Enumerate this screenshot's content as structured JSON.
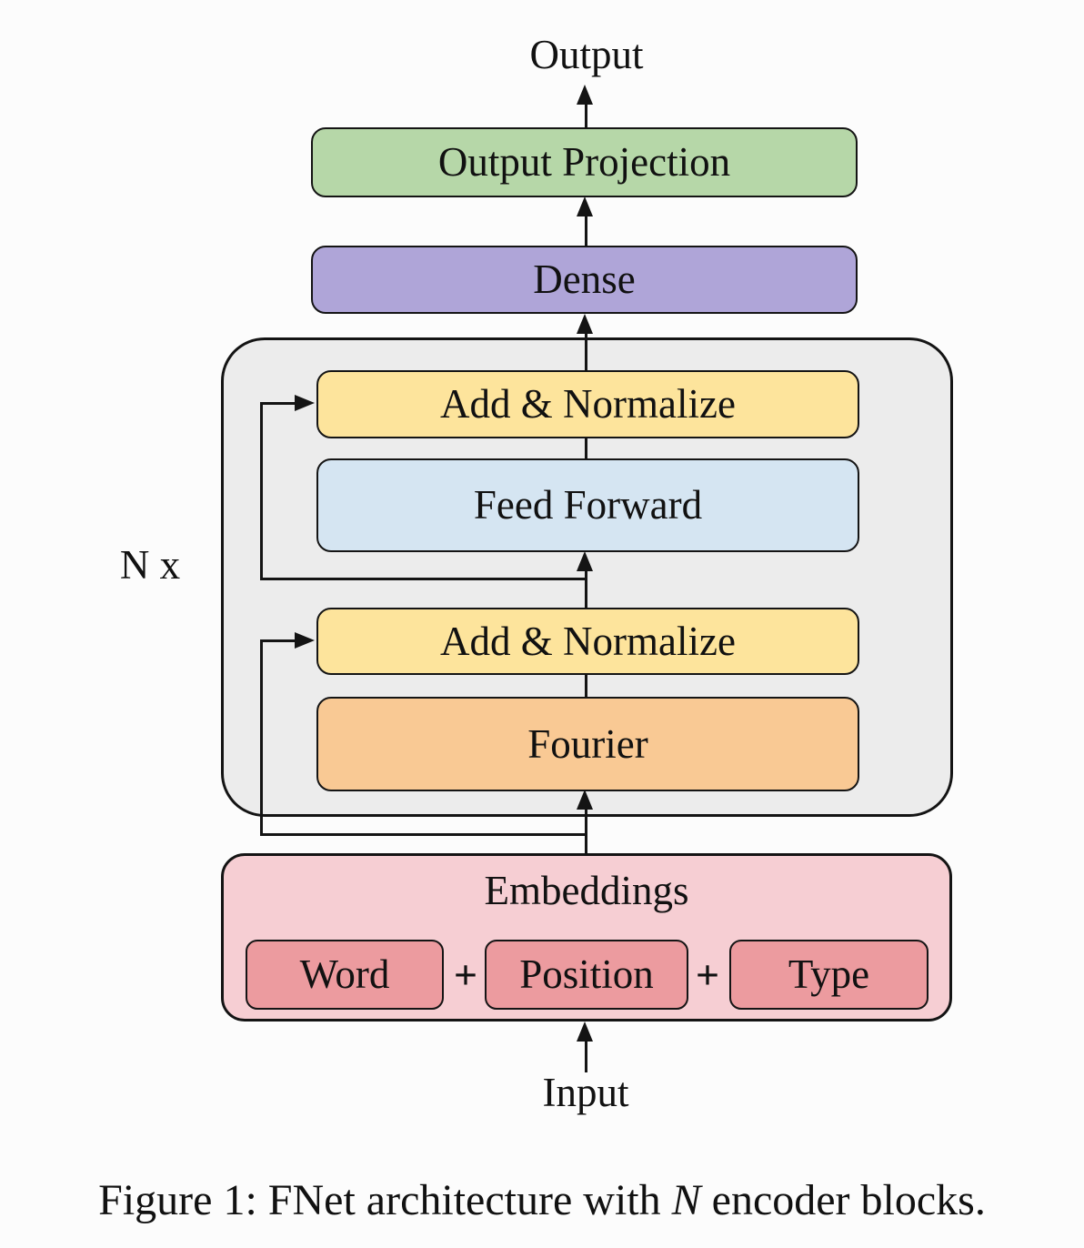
{
  "figure": {
    "output_label": "Output",
    "input_label": "Input",
    "repeat_label": "N x",
    "plus": "+",
    "boxes": {
      "output_projection": "Output Projection",
      "dense": "Dense",
      "add_normalize_top": "Add & Normalize",
      "feed_forward": "Feed Forward",
      "add_normalize_bottom": "Add & Normalize",
      "fourier": "Fourier",
      "embeddings": "Embeddings",
      "word": "Word",
      "position": "Position",
      "type": "Type"
    },
    "colors": {
      "output_projection": "#b6d7a8",
      "dense": "#afa5d8",
      "add_normalize": "#fde49c",
      "feed_forward": "#d5e5f2",
      "fourier": "#f9c994",
      "encoder_block_bg": "#ececec",
      "embeddings_bg": "#f6ced3",
      "embedding_term": "#ec9b9f"
    }
  },
  "caption": {
    "prefix": "Figure 1: FNet architecture with ",
    "emphasis": "N",
    "suffix": " encoder blocks."
  }
}
